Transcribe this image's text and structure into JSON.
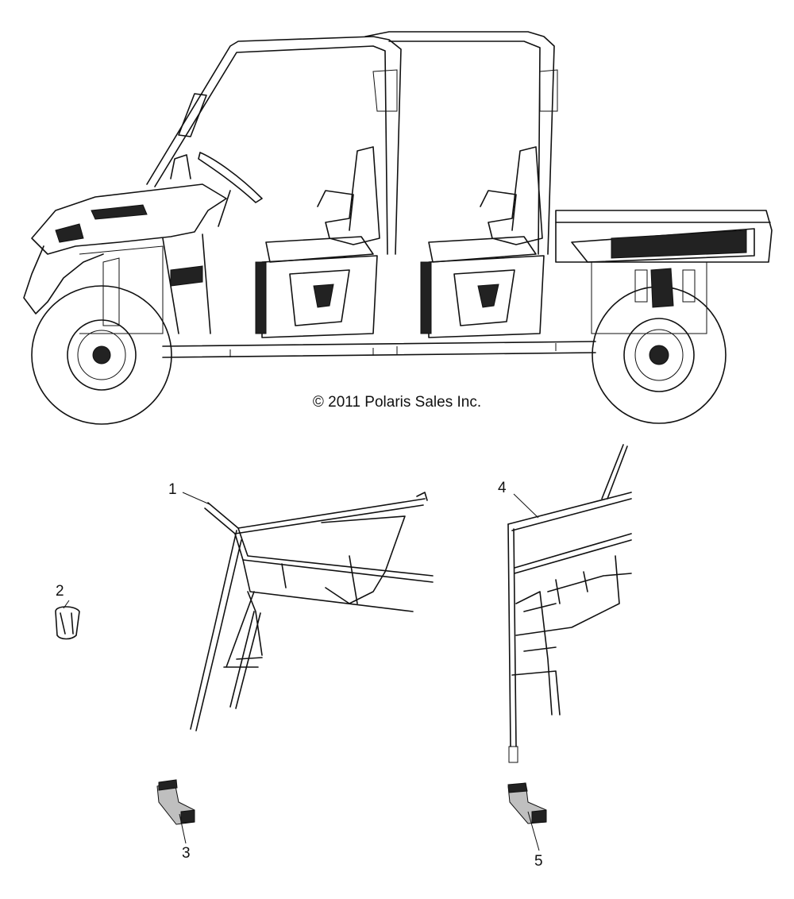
{
  "copyright": "© 2011 Polaris Sales Inc.",
  "callouts": {
    "c1": "1",
    "c2": "2",
    "c3": "3",
    "c4": "4",
    "c5": "5"
  }
}
